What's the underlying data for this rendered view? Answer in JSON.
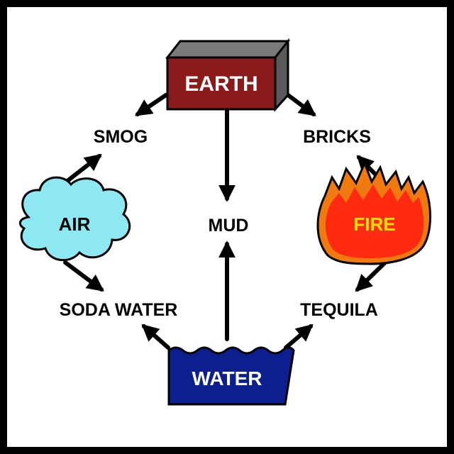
{
  "colors": {
    "earth": "#8b1a1a",
    "earth_shade": "#5a5a5a",
    "earth_top": "#7a7a7a",
    "water": "#0d1f8f",
    "air": "#8ee8f2",
    "fire_outer": "#f07a10",
    "fire_inner": "#ff2a10",
    "fire_text": "#ffe300",
    "ink": "#000000"
  },
  "elements": {
    "earth": "EARTH",
    "air": "AIR",
    "fire": "FIRE",
    "water": "WATER"
  },
  "products": {
    "smog": "SMOG",
    "bricks": "BRICKS",
    "mud": "MUD",
    "soda_water": "SODA WATER",
    "tequila": "TEQUILA"
  },
  "arrows": [
    {
      "from": "earth",
      "to": "smog"
    },
    {
      "from": "earth",
      "to": "bricks"
    },
    {
      "from": "earth",
      "to": "mud"
    },
    {
      "from": "air",
      "to": "smog"
    },
    {
      "from": "air",
      "to": "soda_water"
    },
    {
      "from": "fire",
      "to": "bricks"
    },
    {
      "from": "fire",
      "to": "tequila"
    },
    {
      "from": "water",
      "to": "mud"
    },
    {
      "from": "water",
      "to": "soda_water"
    },
    {
      "from": "water",
      "to": "tequila"
    }
  ]
}
